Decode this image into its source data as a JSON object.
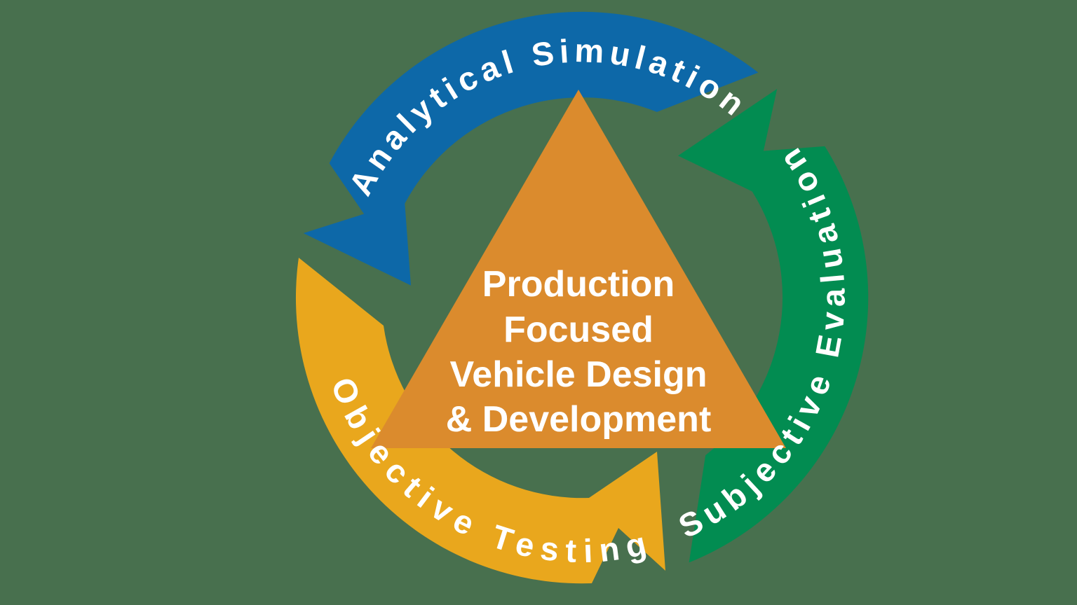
{
  "diagram": {
    "type": "cycle-diagram",
    "center_triangle": {
      "lines": [
        "Production",
        "Focused",
        "Vehicle Design",
        "& Development"
      ],
      "color": "#db8b2d"
    },
    "arrows": [
      {
        "id": "analytical-simulation",
        "label": "Analytical Simulation",
        "color": "#0d68a8",
        "position": "top"
      },
      {
        "id": "objective-testing",
        "label": "Objective Testing",
        "color": "#e9a71d",
        "position": "bottom-left"
      },
      {
        "id": "subjective-evaluation",
        "label": "Subjective Evaluation",
        "color": "#028c51",
        "position": "right"
      }
    ],
    "colors": {
      "background": "#48704e",
      "label_text": "#ffffff"
    }
  }
}
